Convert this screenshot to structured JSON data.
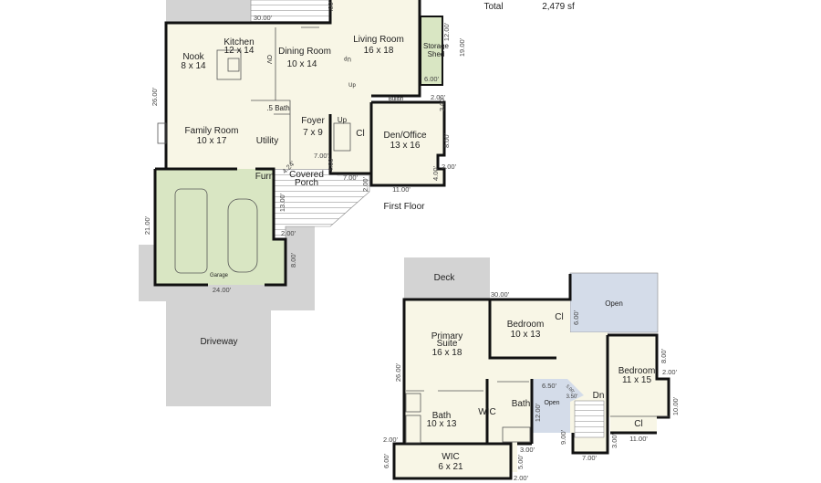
{
  "summary": {
    "total_label": "Total",
    "total_value": "2,479 sf"
  },
  "first_floor": {
    "title": "First Floor",
    "rooms": {
      "kitchen": {
        "name": "Kitchen",
        "size": "12 x 14"
      },
      "nook": {
        "name": "Nook",
        "size": "8 x 14"
      },
      "dining": {
        "name": "Dining Room",
        "size": "10 x 14"
      },
      "living": {
        "name": "Living Room",
        "size": "16 x 18"
      },
      "shed": {
        "name": "Storage",
        "name2": "Shed"
      },
      "family": {
        "name": "Family Room",
        "size": "10 x 17"
      },
      "half_bath": {
        "name": ".5 Bath"
      },
      "utility": {
        "name": "Utility"
      },
      "foyer": {
        "name": "Foyer",
        "size": "7 x 9"
      },
      "closet": {
        "name": "Cl"
      },
      "den": {
        "name": "Den/Office",
        "size": "13 x 16"
      },
      "furn": {
        "name": "Furn"
      },
      "porch": {
        "name": "Covered",
        "name2": "Porch"
      },
      "garage": {
        "name": "Garage"
      },
      "driveway": {
        "name": "Driveway"
      }
    },
    "annotations": {
      "up1": "Up",
      "up2": "Up",
      "up3": "Up",
      "ov": "OV",
      "builtin": "Builtin"
    },
    "dimensions": [
      "30.00'",
      "5.00'",
      "12.00'",
      "19.00'",
      "6.00'",
      "26.00'",
      "2.00'",
      "3.00'",
      "8.00'",
      "2.00'",
      "4.00'",
      "11.00'",
      "7.00'",
      "4.00'",
      "7.00'",
      "2.00'",
      "4.24'",
      "13.00'",
      "2.00'",
      "8.00'",
      "21.00'",
      "24.00'"
    ]
  },
  "second_floor": {
    "rooms": {
      "deck": {
        "name": "Deck"
      },
      "open1": {
        "name": "Open"
      },
      "bedroom1": {
        "name": "Bedroom",
        "size": "10 x 13"
      },
      "closet1": {
        "name": "Cl"
      },
      "primary": {
        "name": "Primary",
        "name2": "Suite",
        "size": "16 x 18"
      },
      "bedroom2": {
        "name": "Bedroom",
        "size": "11 x 15"
      },
      "bath1": {
        "name": "Bath",
        "size": "10 x 13"
      },
      "wic1": {
        "name": "WIC"
      },
      "bath2": {
        "name": "Bath"
      },
      "open2": {
        "name": "Open"
      },
      "dn": {
        "name": "Dn"
      },
      "closet2": {
        "name": "Cl"
      },
      "wic2": {
        "name": "WIC",
        "size": "6 x 21"
      }
    },
    "dimensions": [
      "30.00'",
      "6.00'",
      "8.00'",
      "2.00'",
      "10.00'",
      "26.00'",
      "6.50'",
      "5.00'",
      "3.50'",
      "12.00'",
      "9.00'",
      "7.00'",
      "3.00'",
      "11.00'",
      "2.00'",
      "6.00'",
      "3.00'",
      "5.00'",
      "2.00'"
    ]
  },
  "colors": {
    "room": "#f8f6e6",
    "garage": "#d9e6c3",
    "paving": "#d3d3d3",
    "open": "#d4dce9",
    "wall": "#111111"
  }
}
